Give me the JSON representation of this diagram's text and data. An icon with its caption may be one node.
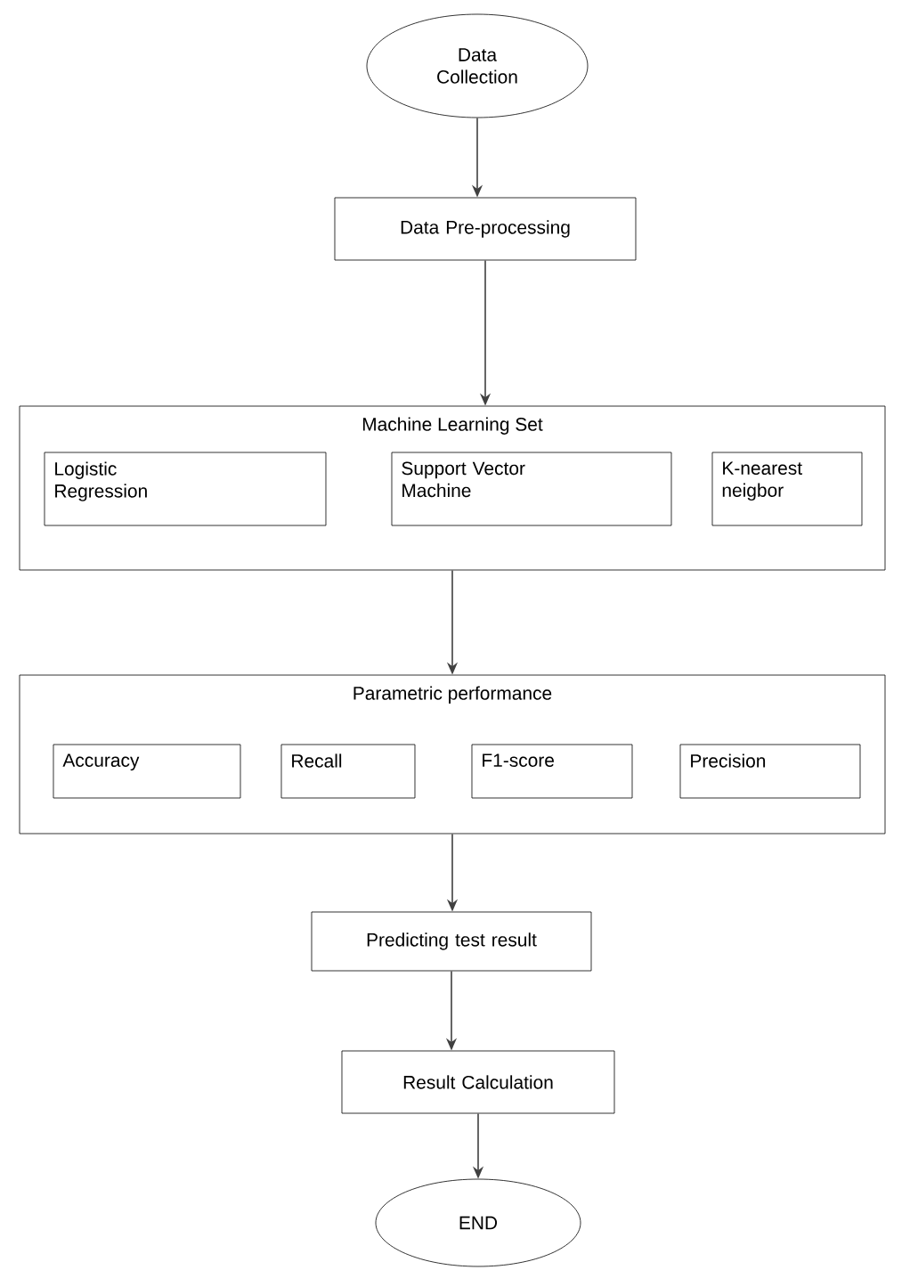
{
  "diagram": {
    "nodes": [
      {
        "text": [
          "Data Collection"
        ]
      },
      {
        "text": [
          "Data Pre-processing"
        ]
      },
      {
        "text": [
          "Machine Learning Set"
        ]
      },
      {
        "text": [
          "Logistic Regression"
        ],
        "in": 2
      },
      {
        "text": [
          "Support Vector Machine"
        ],
        "in": 2
      },
      {
        "text": [
          "K-nearest neigbor"
        ],
        "in": 2
      },
      {
        "text": [
          "Parametric performance"
        ]
      },
      {
        "text": [
          "Accuracy"
        ],
        "in": 6
      },
      {
        "text": [
          "Recall"
        ],
        "in": 6
      },
      {
        "text": [
          "F1-score"
        ],
        "in": 6
      },
      {
        "text": [
          "Precision"
        ],
        "in": 6
      },
      {
        "text": [
          "Predicting test result"
        ]
      },
      {
        "text": [
          "Result Calculation"
        ]
      },
      {
        "text": [
          "END"
        ]
      }
    ],
    "edges": [
      {
        "from": 0,
        "to": 1,
        "arrow": "to"
      },
      {
        "from": 1,
        "to": 2,
        "arrow": "to"
      },
      {
        "from": 2,
        "to": 6,
        "arrow": "to"
      },
      {
        "from": 6,
        "to": 11,
        "arrow": "to"
      },
      {
        "from": 11,
        "to": 12,
        "arrow": "to"
      },
      {
        "from": 12,
        "to": 13,
        "arrow": "to"
      }
    ]
  }
}
